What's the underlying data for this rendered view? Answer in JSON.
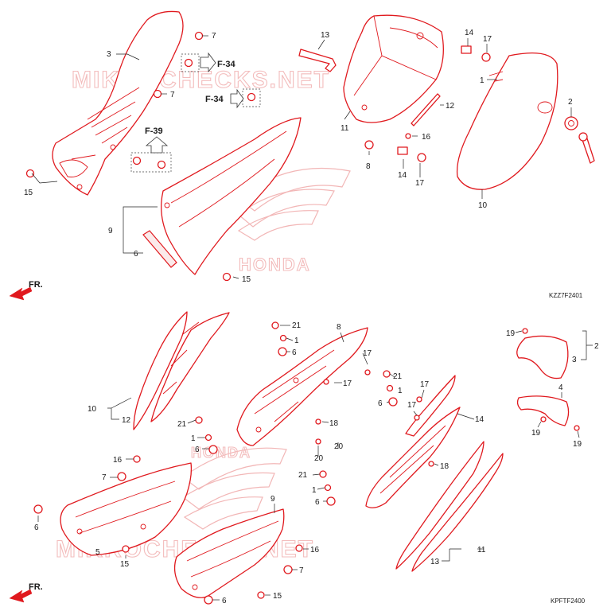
{
  "diagram": {
    "top_code": "KZZ7F2401",
    "bottom_code": "KPFTF2400",
    "front_label": "FR.",
    "watermark_text": "MIKROCHECKS.NET",
    "honda_text": "HONDA",
    "refs": {
      "f34_a": "F-34",
      "f34_b": "F-34",
      "f39": "F-39"
    },
    "top_labels": {
      "l3": "3",
      "l7a": "7",
      "l7b": "7",
      "l15a": "15",
      "l9": "9",
      "l6": "6",
      "l15b": "15",
      "l13": "13",
      "l11": "11",
      "l8": "8",
      "l12": "12",
      "l16": "16",
      "l14a": "14",
      "l14b": "14",
      "l17a": "17",
      "l17b": "17",
      "l1": "1",
      "l2": "2",
      "l10": "10"
    },
    "bottom_labels": {
      "b10": "10",
      "b12": "12",
      "b21a": "21",
      "b1a": "1",
      "b6a": "6",
      "b8": "8",
      "b17a": "17",
      "b17b": "17",
      "b21b": "21",
      "b1b": "1",
      "b6b": "6",
      "b17c": "17",
      "b17d": "17",
      "b14": "14",
      "b18a": "18",
      "b20a": "20",
      "b20b": "20",
      "b21c": "21",
      "b1c": "1",
      "b6c": "6",
      "b18b": "18",
      "b16a": "16",
      "b7a": "7",
      "b6d": "6",
      "b5": "5",
      "b15a": "15",
      "b9": "9",
      "b16b": "16",
      "b7b": "7",
      "b15b": "15",
      "b6e": "6",
      "b11": "11",
      "b13": "13",
      "b21d": "21",
      "b1d": "1",
      "b6f": "6",
      "b19a": "19",
      "b2": "2",
      "b3": "3",
      "b4": "4",
      "b19b": "19",
      "b19c": "19"
    }
  }
}
